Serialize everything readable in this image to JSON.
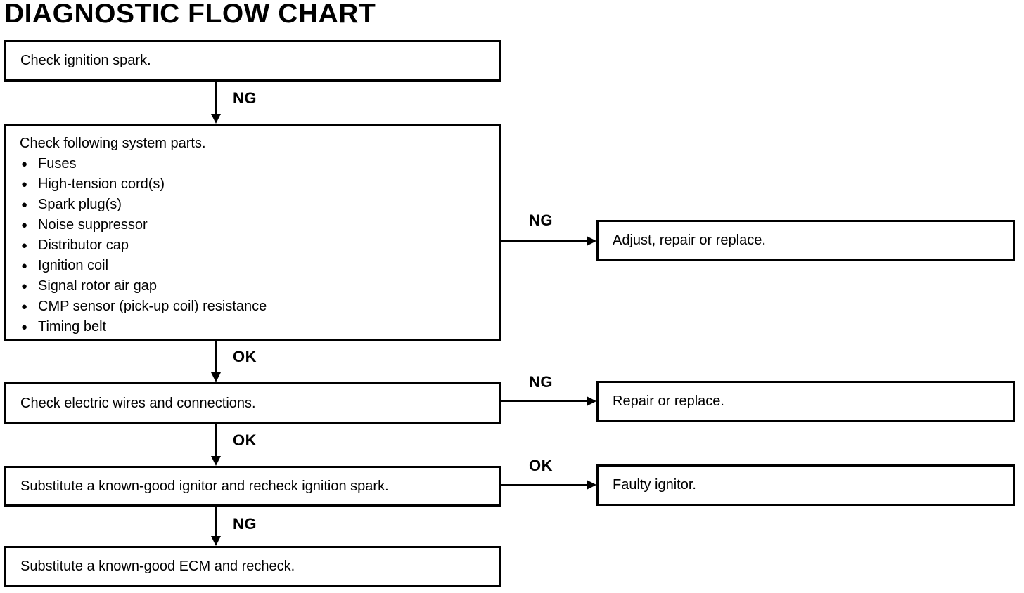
{
  "title": "DIAGNOSTIC FLOW CHART",
  "colors": {
    "ink": "#000000",
    "background": "#ffffff"
  },
  "nodes": {
    "check_ignition_spark": {
      "text": "Check ignition spark."
    },
    "check_system_parts": {
      "heading": "Check following system parts.",
      "bullet_icon": "●",
      "items": [
        "Fuses",
        "High-tension cord(s)",
        "Spark plug(s)",
        "Noise suppressor",
        "Distributor cap",
        "Ignition coil",
        "Signal rotor air gap",
        "CMP sensor (pick-up coil) resistance",
        "Timing belt"
      ]
    },
    "check_electric_wires": {
      "text": "Check electric wires and connections."
    },
    "substitute_ignitor": {
      "text": "Substitute a known-good ignitor and recheck ignition spark."
    },
    "substitute_ecm": {
      "text": "Substitute a known-good ECM and recheck."
    },
    "adjust_repair_replace": {
      "text": "Adjust, repair or replace."
    },
    "repair_replace": {
      "text": "Repair or replace."
    },
    "faulty_ignitor": {
      "text": "Faulty ignitor."
    }
  },
  "edges": {
    "spark_to_parts": {
      "label": "NG"
    },
    "parts_to_adjust": {
      "label": "NG"
    },
    "parts_to_wires": {
      "label": "OK"
    },
    "wires_to_repair": {
      "label": "NG"
    },
    "wires_to_ignitor": {
      "label": "OK"
    },
    "ignitor_to_faulty": {
      "label": "OK"
    },
    "ignitor_to_ecm": {
      "label": "NG"
    }
  }
}
